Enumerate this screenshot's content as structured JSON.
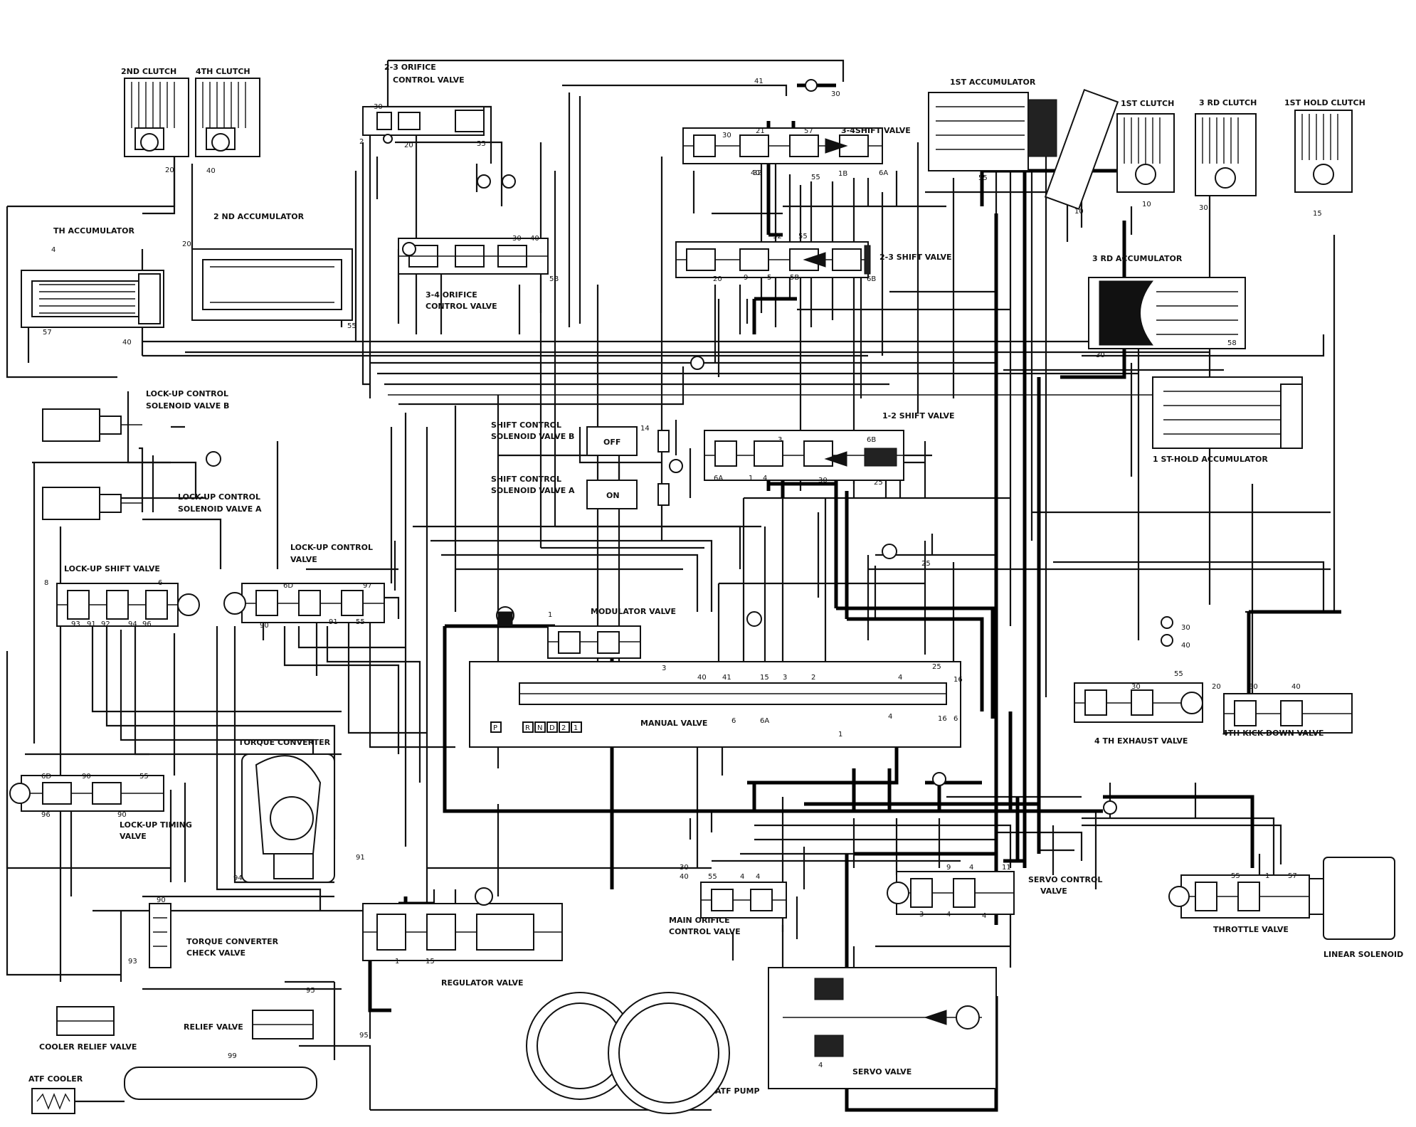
{
  "labels": {
    "second_clutch": "2ND CLUTCH",
    "fourth_clutch": "4TH CLUTCH",
    "fourth_accumulator": "TH ACCUMULATOR",
    "second_accumulator": "2 ND ACCUMULATOR",
    "orifice_23": "2-3 ORIFICE",
    "orifice_23_b": "CONTROL VALVE",
    "orifice_34": "3-4 ORIFICE",
    "orifice_34_b": "CONTROL VALVE",
    "shift_34": "3-4SHIFT VALVE",
    "shift_23": "2-3 SHIFT VALVE",
    "shift_12": "1-2 SHIFT VALVE",
    "first_accumulator": "1ST ACCUMULATOR",
    "first_clutch": "1ST CLUTCH",
    "third_clutch": "3 RD CLUTCH",
    "first_hold_clutch": "1ST HOLD CLUTCH",
    "third_accumulator": "3 RD ACCUMULATOR",
    "first_hold_accumulator": "1 ST-HOLD ACCUMULATOR",
    "lockup_b": "LOCK-UP CONTROL",
    "lockup_b2": "SOLENOID VALVE B",
    "lockup_a": "LOCK-UP CONTROL",
    "lockup_a2": "SOLENOID VALVE A",
    "shift_sol_b": "SHIFT CONTROL",
    "shift_sol_b2": "SOLENOID VALVE B",
    "shift_sol_a": "SHIFT CONTROL",
    "shift_sol_a2": "SOLENOID VALVE A",
    "sol_off": "OFF",
    "sol_on": "ON",
    "lockup_shift": "LOCK-UP SHIFT VALVE",
    "lockup_control": "LOCK-UP CONTROL",
    "lockup_control_b": "VALVE",
    "modulator": "MODULATOR VALVE",
    "manual": "MANUAL VALVE",
    "exhaust_4th": "4 TH EXHAUST VALVE",
    "kickdown_4th": "4TH KICK-DOWN VALVE",
    "torque_converter": "TORQUE CONVERTER",
    "lockup_timing": "LOCK-UP TIMING",
    "lockup_timing_b": "VALVE",
    "tc_check": "TORQUE CONVERTER",
    "tc_check_b": "CHECK VALVE",
    "regulator": "REGULATOR VALVE",
    "main_orifice": "MAIN ORIFICE",
    "main_orifice_b": "CONTROL VALVE",
    "servo_control": "SERVO CONTROL",
    "servo_control_b": "VALVE",
    "throttle": "THROTTLE VALVE",
    "linear_solenoid": "LINEAR SOLENOID",
    "servo": "SERVO VALVE",
    "cooler_relief": "COOLER RELIEF VALVE",
    "relief": "RELIEF VALVE",
    "atf_cooler": "ATF COOLER",
    "atf_pump": "ATF PUMP"
  },
  "manual_positions": [
    "P",
    "R",
    "N",
    "D",
    "2",
    "1"
  ],
  "port_numbers": {
    "p20a": "20",
    "p40a": "40",
    "p20b": "20",
    "p4": "4",
    "p57": "57",
    "p40b": "40",
    "p55a": "55",
    "p30a": "30",
    "p2": "2",
    "p20c": "20",
    "p55b": "55",
    "p30b": "30",
    "p21": "21",
    "p32": "32",
    "p57b": "57",
    "p40c": "40",
    "p55c": "55",
    "p1b": "1B",
    "p6a": "6A",
    "p6": "6",
    "p32b": "32",
    "p55d": "55",
    "p20d": "20",
    "p9": "9",
    "p5": "5",
    "p5b": "5B",
    "p6b": "6B",
    "p55e": "55",
    "p10": "10",
    "p10b": "10",
    "p30c": "30",
    "p15": "15",
    "p30d": "30",
    "p5x": "5B",
    "p14": "14",
    "p3": "3",
    "p6b2": "6B",
    "p6a2": "6A",
    "p1": "1",
    "p4b": "4",
    "p30e": "30",
    "p25": "25",
    "p25b": "25",
    "p6c": "6",
    "p8": "8",
    "p93": "93",
    "p91": "91",
    "p92": "92",
    "p94": "94",
    "p96": "96",
    "p60": "6D",
    "p90": "90",
    "p97": "97",
    "p91b": "91",
    "p55f": "55",
    "p1c": "1",
    "p3b": "3",
    "p40d": "40",
    "p41": "41",
    "p15b": "15",
    "p3c": "3",
    "p2b": "2",
    "p4c": "4",
    "p25c": "25",
    "p16": "16",
    "p6d": "6",
    "p6a3": "6A",
    "p1d": "1",
    "p4d": "4",
    "p16b": "16",
    "p6e": "6",
    "p60b": "6D",
    "p90b": "90",
    "p55g": "55",
    "p96b": "96",
    "p90c": "90",
    "p91c": "91",
    "p94b": "94",
    "p90d": "90",
    "p93b": "93",
    "p95": "95",
    "p95b": "95",
    "p99": "99",
    "p1e": "1",
    "p15c": "15",
    "p30f": "30",
    "p40e": "40",
    "p55h": "55",
    "p4e": "4",
    "p4f": "4",
    "p9b": "9",
    "p4g": "4",
    "p11": "11",
    "p3d": "3",
    "p4h": "4",
    "p4i": "4",
    "p4j": "4",
    "p55i": "55",
    "p1f": "1",
    "p57c": "57",
    "p30g": "30",
    "p30h": "30",
    "p40f": "40",
    "p40g": "40",
    "p20e": "20",
    "p30i": "30",
    "p55j": "55",
    "p41b": "41",
    "p30j": "30",
    "p40h": "40",
    "p58": "58",
    "p30k": "30"
  }
}
